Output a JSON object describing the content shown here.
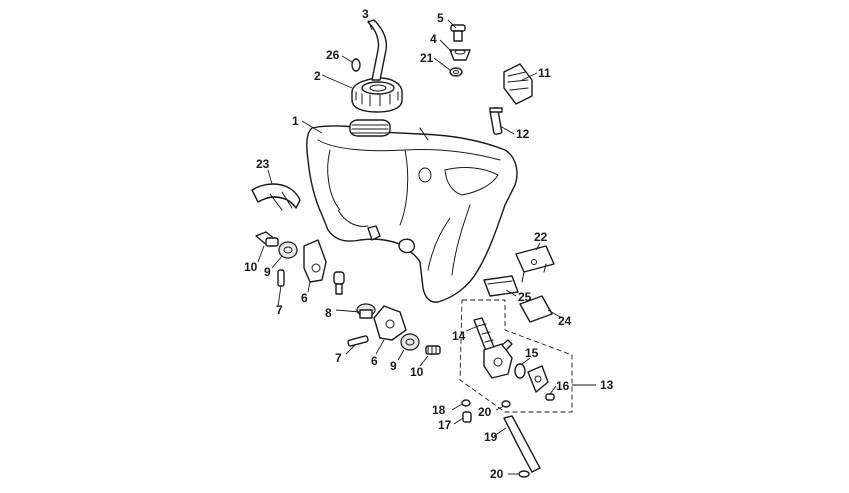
{
  "diagram": {
    "callouts": [
      {
        "id": "c1",
        "label": "1"
      },
      {
        "id": "c2",
        "label": "2"
      },
      {
        "id": "c3",
        "label": "3"
      },
      {
        "id": "c4",
        "label": "4"
      },
      {
        "id": "c5",
        "label": "5"
      },
      {
        "id": "c6a",
        "label": "6"
      },
      {
        "id": "c6b",
        "label": "6"
      },
      {
        "id": "c7a",
        "label": "7"
      },
      {
        "id": "c7b",
        "label": "7"
      },
      {
        "id": "c8",
        "label": "8"
      },
      {
        "id": "c9a",
        "label": "9"
      },
      {
        "id": "c9b",
        "label": "9"
      },
      {
        "id": "c10a",
        "label": "10"
      },
      {
        "id": "c10b",
        "label": "10"
      },
      {
        "id": "c11",
        "label": "11"
      },
      {
        "id": "c12",
        "label": "12"
      },
      {
        "id": "c13",
        "label": "13"
      },
      {
        "id": "c14",
        "label": "14"
      },
      {
        "id": "c15",
        "label": "15"
      },
      {
        "id": "c16",
        "label": "16"
      },
      {
        "id": "c17",
        "label": "17"
      },
      {
        "id": "c18",
        "label": "18"
      },
      {
        "id": "c19",
        "label": "19"
      },
      {
        "id": "c20a",
        "label": "20"
      },
      {
        "id": "c20b",
        "label": "20"
      },
      {
        "id": "c21",
        "label": "21"
      },
      {
        "id": "c22",
        "label": "22"
      },
      {
        "id": "c23",
        "label": "23"
      },
      {
        "id": "c24",
        "label": "24"
      },
      {
        "id": "c25",
        "label": "25"
      },
      {
        "id": "c26",
        "label": "26"
      }
    ]
  }
}
